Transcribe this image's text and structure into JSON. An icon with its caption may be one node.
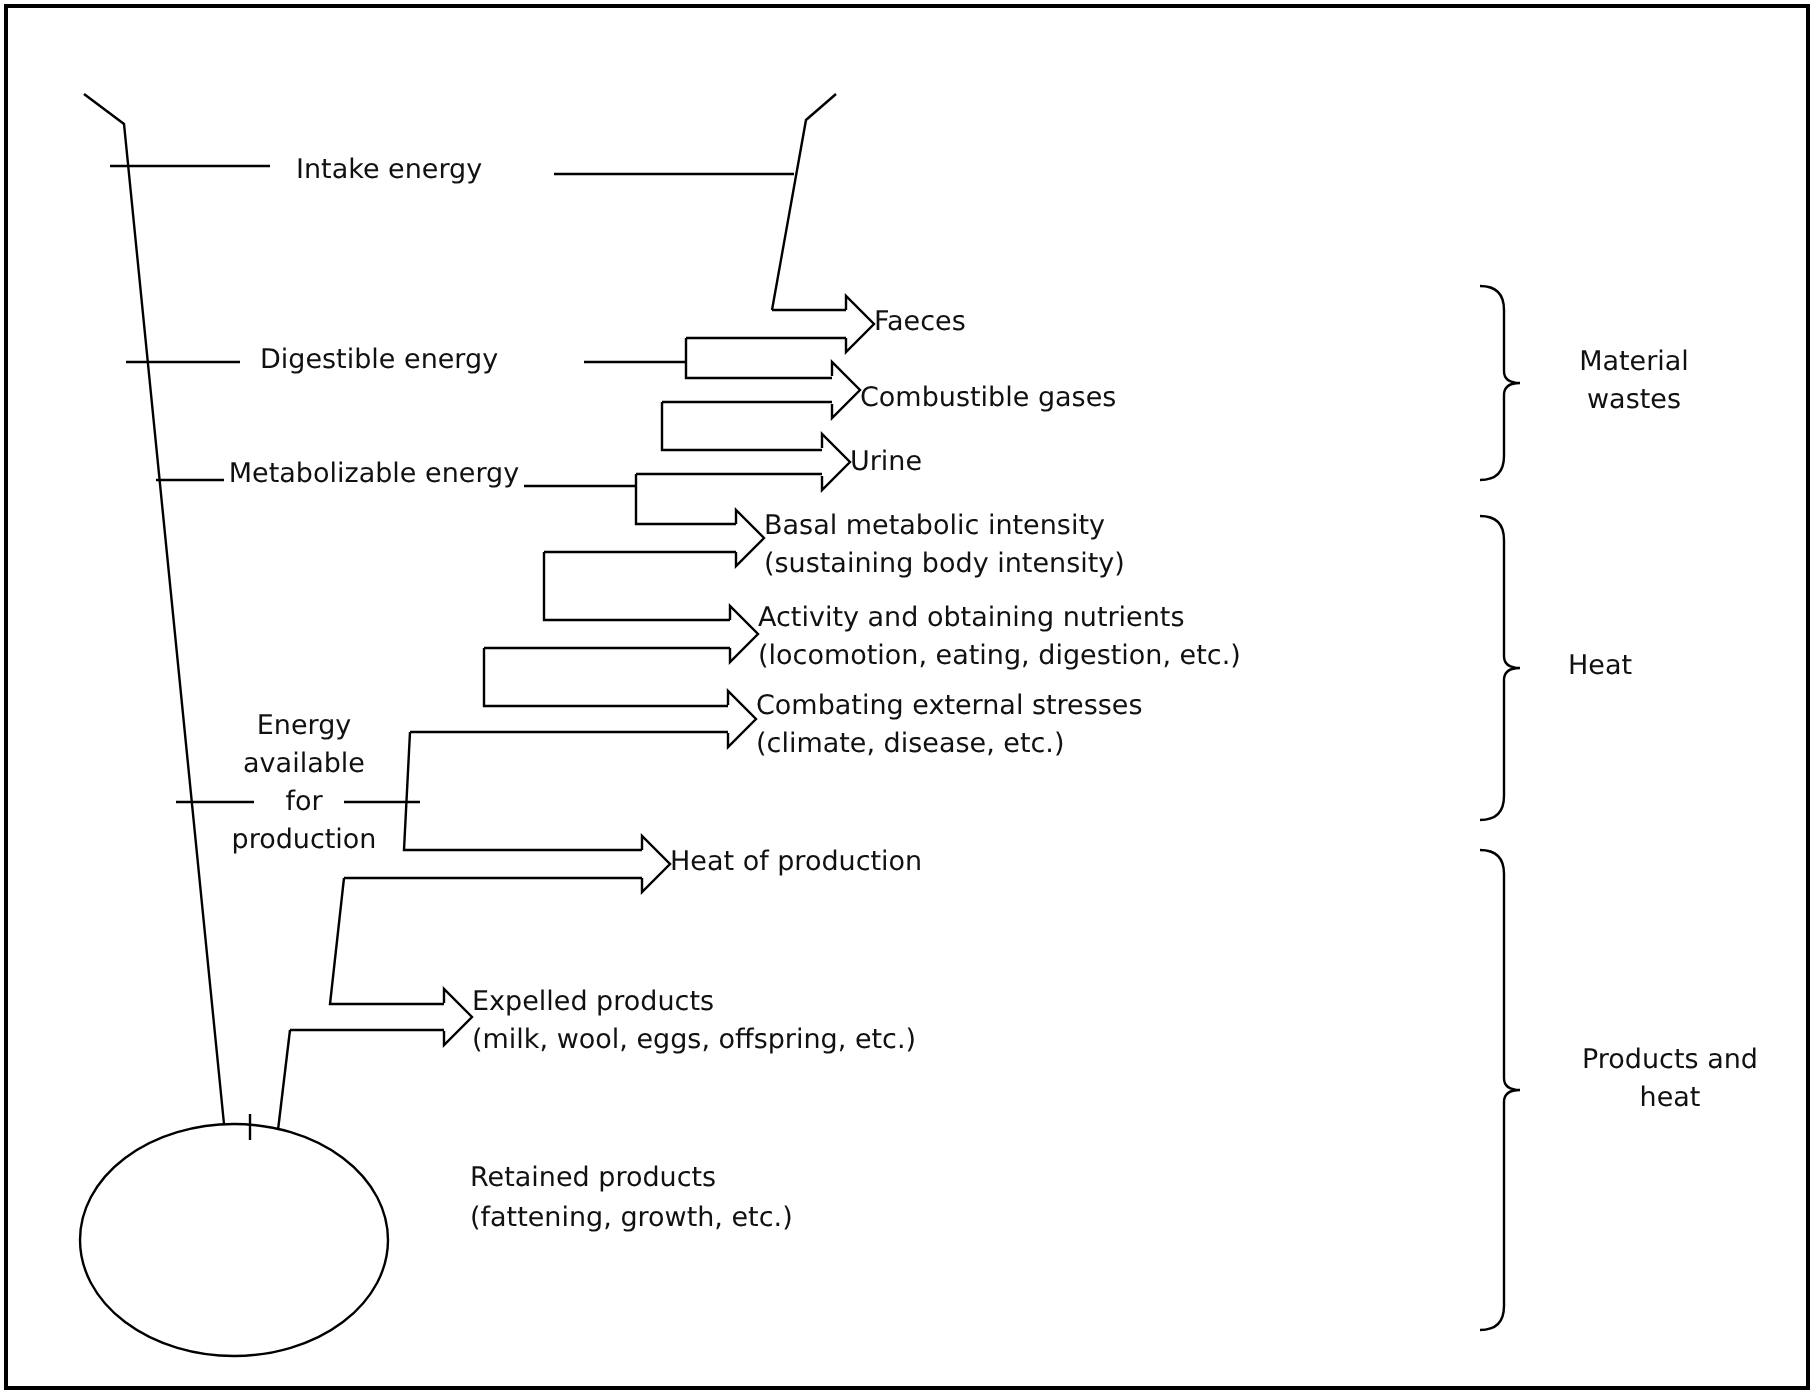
{
  "diagram": {
    "nodes": [
      {
        "text": [
          "Faeces"
        ]
      },
      {
        "text": [
          "Combustible gases"
        ]
      },
      {
        "text": [
          "Urine"
        ]
      },
      {
        "text": [
          "Basal metabolic intensity",
          "(sustaining body intensity)"
        ]
      },
      {
        "text": [
          "Activity and obtaining nutrients",
          "(locomotion, eating, digestion, etc.)"
        ]
      },
      {
        "text": [
          "Combating external stresses",
          "(climate, disease, etc.)"
        ]
      },
      {
        "text": [
          "Heat of production"
        ]
      },
      {
        "text": [
          "Expelled products",
          "(milk, wool, eggs, offspring, etc.)"
        ]
      }
    ],
    "edges": [
      {
        "from": null,
        "to": 0,
        "arrow": "to"
      },
      {
        "from": null,
        "to": 1,
        "arrow": "to"
      },
      {
        "from": null,
        "to": 2,
        "arrow": "to"
      },
      {
        "from": null,
        "to": 3,
        "arrow": "to"
      },
      {
        "from": null,
        "to": 4,
        "arrow": "to"
      },
      {
        "from": null,
        "to": 5,
        "arrow": "to"
      },
      {
        "from": null,
        "to": 6,
        "arrow": "to"
      },
      {
        "from": null,
        "to": 7,
        "arrow": "to"
      }
    ],
    "labels": [
      "Intake energy",
      "Digestible energy",
      "Material wastes",
      "Metabolizable energy",
      "Heat",
      "Energy available for production",
      "Products and heat",
      "Retained products",
      "(fattening, growth, etc.)"
    ]
  }
}
